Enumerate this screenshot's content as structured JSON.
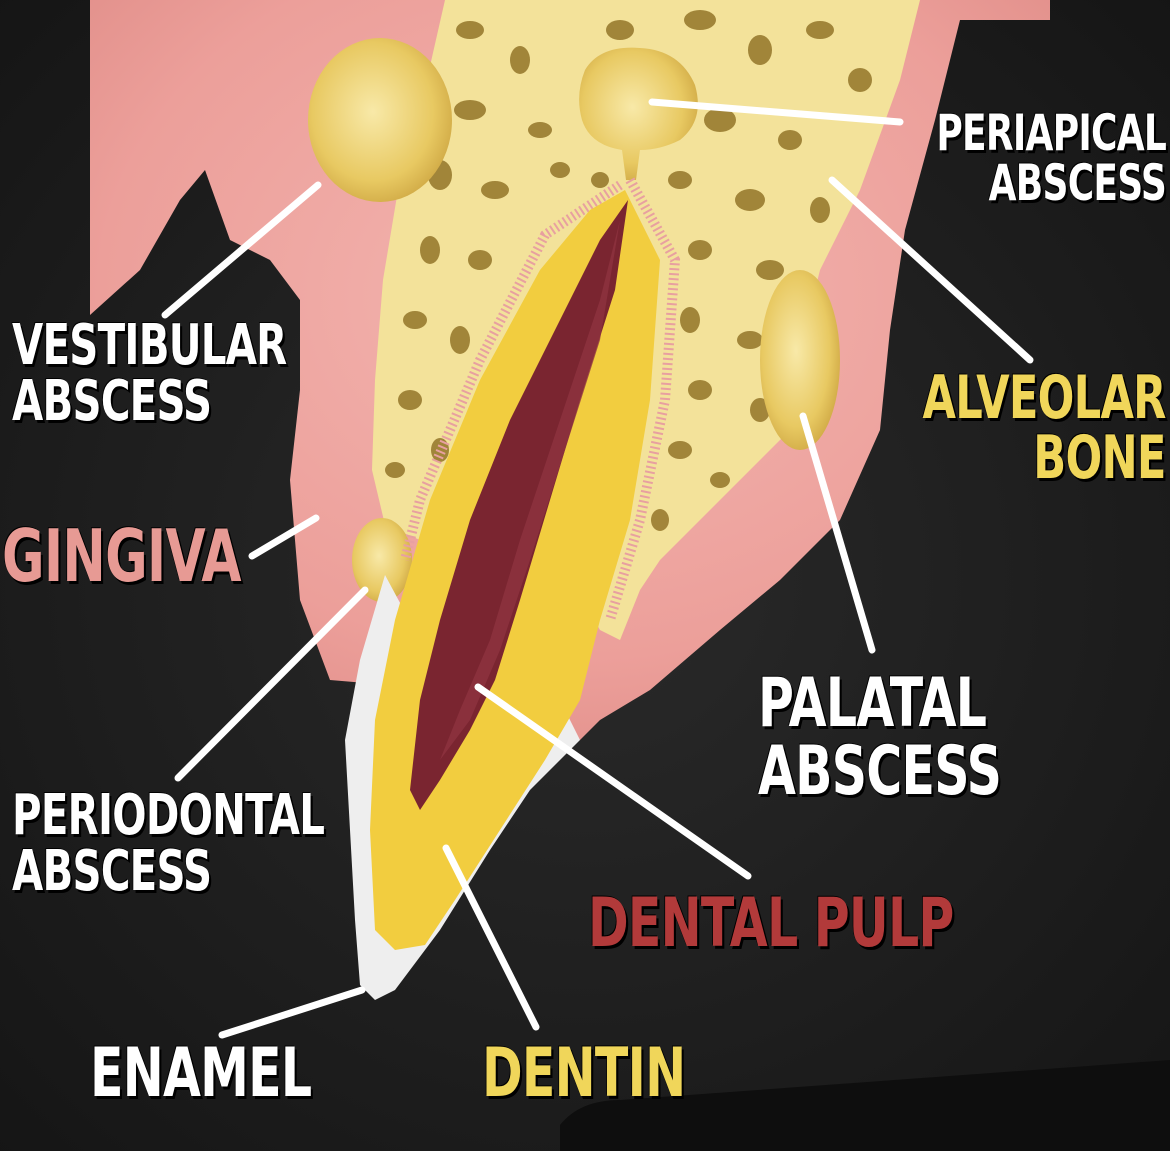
{
  "labels": {
    "periapical_abscess": [
      "PERIAPICAL",
      "ABSCESS"
    ],
    "vestibular_abscess": [
      "VESTIBULAR",
      "ABSCESS"
    ],
    "alveolar_bone": [
      "ALVEOLAR",
      "BONE"
    ],
    "gingiva": "GINGIVA",
    "palatal_abscess": [
      "PALATAL",
      "ABSCESS"
    ],
    "periodontal_abscess": [
      "PERIODONTAL",
      "ABSCESS"
    ],
    "dental_pulp": "DENTAL PULP",
    "enamel": "ENAMEL",
    "dentin": "DENTIN"
  },
  "colors": {
    "background": "#1c1c1c",
    "gingiva": "#e9a3a0",
    "bone": "#f1df8e",
    "bone_pores": "#8b6a1e",
    "abscess": "#e6c85e",
    "dentin": "#f2cd3f",
    "pulp": "#7d2630",
    "enamel": "#ededed",
    "label_white": "#ffffff",
    "label_yellow": "#f0d65a",
    "label_pink": "#e79a94",
    "label_red": "#b23a3a"
  }
}
